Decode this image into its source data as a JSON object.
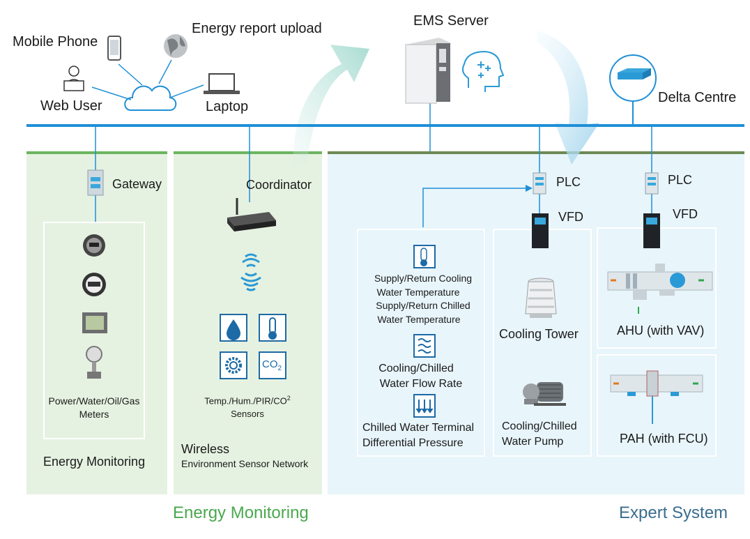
{
  "top": {
    "mobile_phone": "Mobile Phone",
    "web_user": "Web User",
    "laptop": "Laptop",
    "energy_report_upload": "Energy report upload",
    "ems_server": "EMS Server",
    "delta_centre": "Delta Centre"
  },
  "energy_panel": {
    "gateway": "Gateway",
    "meters_line1": "Power/Water/Oil/Gas",
    "meters_line2": "Meters",
    "footer": "Energy Monitoring"
  },
  "wireless_panel": {
    "coordinator": "Coordinator",
    "sensors_line1": "Temp./Hum./PIR/CO",
    "sensors_sup": "2",
    "sensors_line2": "Sensors",
    "co2_label": "CO",
    "co2_sub": "2",
    "footer_line1": "Wireless",
    "footer_line2": "Environment Sensor Network"
  },
  "expert_panel": {
    "plc_1": "PLC",
    "plc_2": "PLC",
    "vfd_1": "VFD",
    "vfd_2": "VFD",
    "supply_cooling_1": "Supply/Return Cooling",
    "supply_cooling_2": "Water Temperature",
    "supply_chilled_1": "Supply/Return Chilled",
    "supply_chilled_2": "Water Temperature",
    "flow_rate_1": "Cooling/Chilled",
    "flow_rate_2": "Water Flow Rate",
    "pressure_1": "Chilled Water Terminal",
    "pressure_2": "Differential Pressure",
    "cooling_tower": "Cooling Tower",
    "water_pump_1": "Cooling/Chilled",
    "water_pump_2": "Water Pump",
    "ahu": "AHU (with VAV)",
    "pah": "PAH (with FCU)"
  },
  "bottom": {
    "energy_monitoring": "Energy Monitoring",
    "expert_system": "Expert System"
  },
  "colors": {
    "bus": "#1f8fd6",
    "green_panel": "#e6f2e1",
    "blue_panel": "#e8f5fb",
    "green_text": "#4aa84e",
    "blue_text": "#3a6d8f"
  }
}
